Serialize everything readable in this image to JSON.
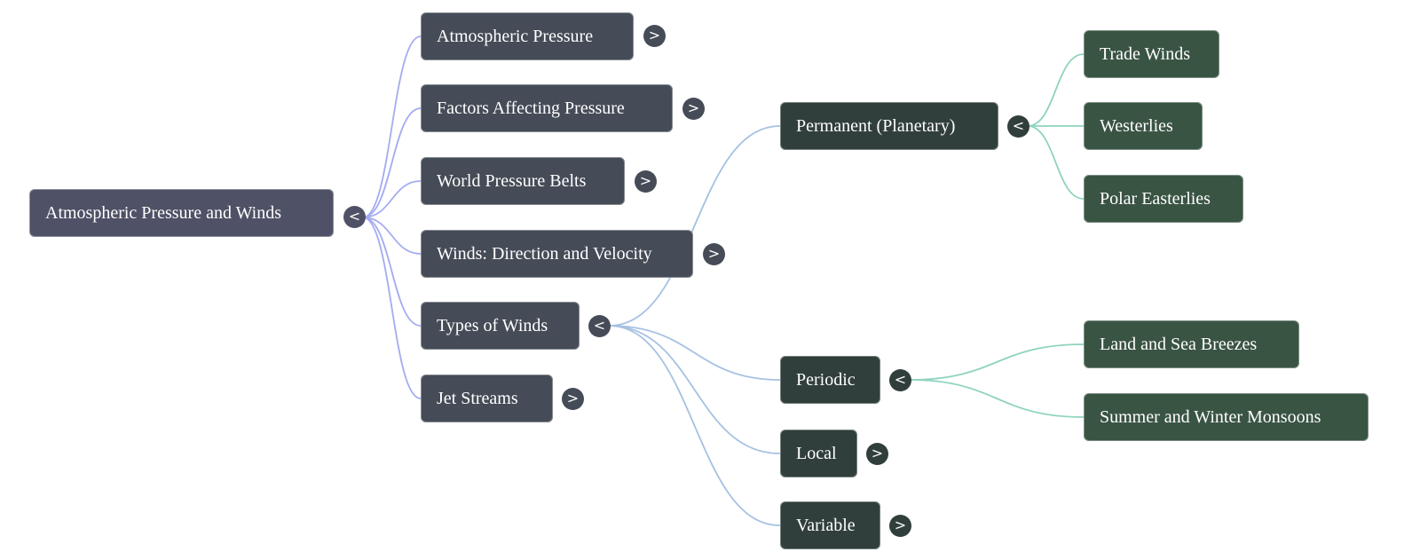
{
  "mindmap": {
    "root": {
      "label": "Atmospheric Pressure and Winds",
      "toggle": "<",
      "color": "#4f5166"
    },
    "branches": [
      {
        "label": "Atmospheric Pressure",
        "toggle": ">"
      },
      {
        "label": "Factors Affecting Pressure",
        "toggle": ">"
      },
      {
        "label": "World Pressure Belts",
        "toggle": ">"
      },
      {
        "label": "Winds: Direction and Velocity",
        "toggle": ">"
      },
      {
        "label": "Types of Winds",
        "toggle": "<",
        "children": [
          {
            "label": "Permanent (Planetary)",
            "toggle": "<",
            "children": [
              {
                "label": "Trade Winds"
              },
              {
                "label": "Westerlies"
              },
              {
                "label": "Polar Easterlies"
              }
            ]
          },
          {
            "label": "Periodic",
            "toggle": "<",
            "children": [
              {
                "label": "Land and Sea Breezes"
              },
              {
                "label": "Summer and Winter Monsoons"
              }
            ]
          },
          {
            "label": "Local",
            "toggle": ">"
          },
          {
            "label": "Variable",
            "toggle": ">"
          }
        ]
      },
      {
        "label": "Jet Streams",
        "toggle": ">"
      }
    ],
    "colors": {
      "level1_node": "#454c57",
      "level2_node": "#313f3c",
      "level3_node": "#3a5444",
      "edge_root": "#a3acf0",
      "edge_level1": "#a6c1e2",
      "edge_level2": "#8fd3bf"
    }
  }
}
